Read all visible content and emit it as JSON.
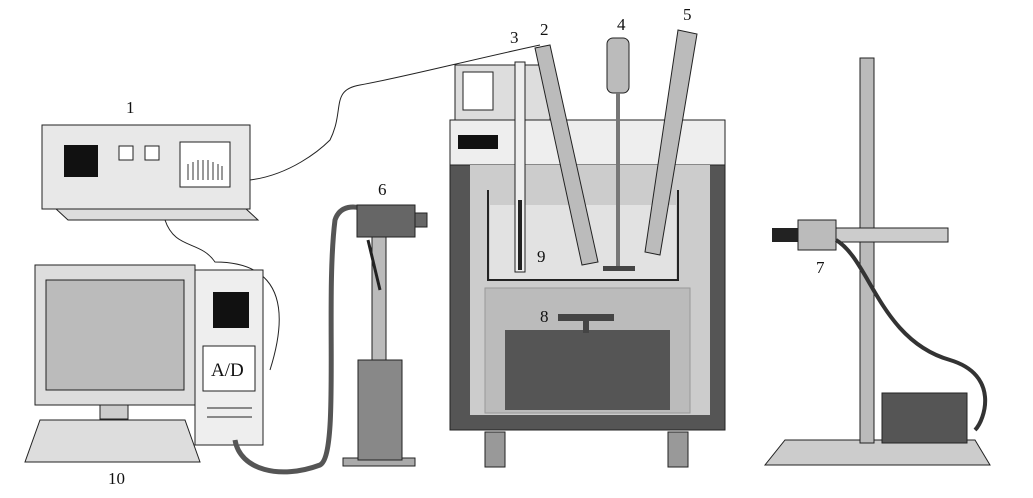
{
  "labels": {
    "n1": "1",
    "n2": "2",
    "n3": "3",
    "n4": "4",
    "n5": "5",
    "n6": "6",
    "n7": "7",
    "n8": "8",
    "n9": "9",
    "n10": "10"
  },
  "computer": {
    "ad_label": "A/D"
  }
}
